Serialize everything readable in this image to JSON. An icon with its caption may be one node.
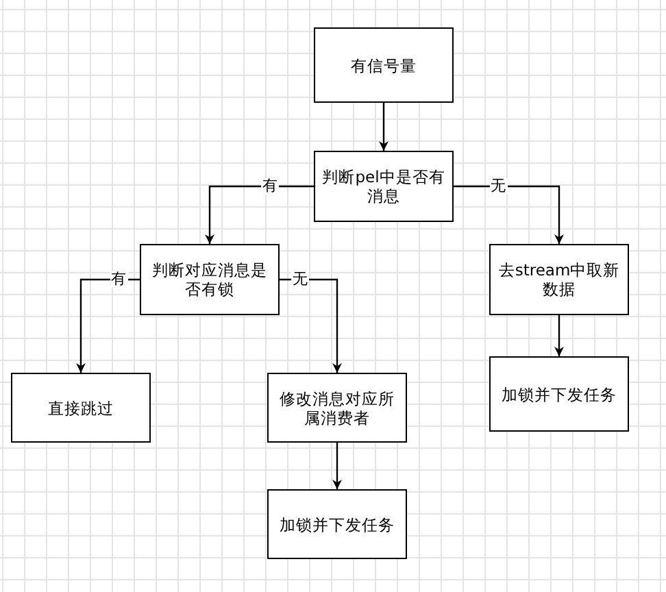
{
  "diagram": {
    "nodes": [
      {
        "text": [
          "有信号量"
        ]
      },
      {
        "text": [
          "判断pel中是否有消息"
        ]
      },
      {
        "text": [
          "判断对应消息是否有锁"
        ]
      },
      {
        "text": [
          "去stream中取新数据"
        ]
      },
      {
        "text": [
          "直接跳过"
        ]
      },
      {
        "text": [
          "修改消息对应所属消费者"
        ]
      },
      {
        "text": [
          "加锁并下发任务"
        ]
      },
      {
        "text": [
          "加锁并下发任务"
        ]
      }
    ],
    "edges": [
      {
        "from": 0,
        "to": 1,
        "arrow": "to"
      },
      {
        "from": 1,
        "to": 2,
        "arrow": "to",
        "label": "有"
      },
      {
        "from": 1,
        "to": 3,
        "arrow": "to",
        "label": "无"
      },
      {
        "from": 2,
        "to": 4,
        "arrow": "to",
        "label": "有"
      },
      {
        "from": 2,
        "to": 5,
        "arrow": "to",
        "label": "无"
      },
      {
        "from": 5,
        "to": 6,
        "arrow": "to"
      },
      {
        "from": 3,
        "to": 7,
        "arrow": "to"
      }
    ]
  }
}
